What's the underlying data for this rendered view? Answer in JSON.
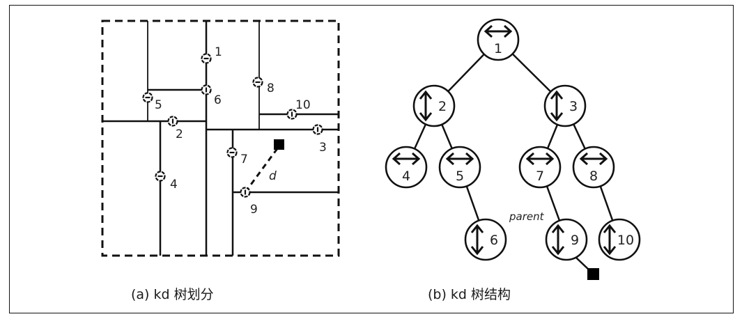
{
  "figure": {
    "panel_a": {
      "caption": "(a) kd 树划分",
      "points": [
        {
          "id": "1",
          "split": "horizontal"
        },
        {
          "id": "2",
          "split": "vertical"
        },
        {
          "id": "3",
          "split": "vertical"
        },
        {
          "id": "4",
          "split": "horizontal"
        },
        {
          "id": "5",
          "split": "horizontal"
        },
        {
          "id": "6",
          "split": "vertical"
        },
        {
          "id": "7",
          "split": "horizontal"
        },
        {
          "id": "8",
          "split": "horizontal"
        },
        {
          "id": "9",
          "split": "vertical"
        },
        {
          "id": "10",
          "split": "vertical"
        }
      ],
      "distance_label": "d",
      "query_point": "query"
    },
    "panel_b": {
      "caption": "(b) kd 树结构",
      "nodes": [
        {
          "id": "1",
          "arrow": "horizontal",
          "parent": null
        },
        {
          "id": "2",
          "arrow": "vertical",
          "parent": "1"
        },
        {
          "id": "3",
          "arrow": "vertical",
          "parent": "1"
        },
        {
          "id": "4",
          "arrow": "horizontal",
          "parent": "2"
        },
        {
          "id": "5",
          "arrow": "horizontal",
          "parent": "2"
        },
        {
          "id": "7",
          "arrow": "horizontal",
          "parent": "3"
        },
        {
          "id": "8",
          "arrow": "horizontal",
          "parent": "3"
        },
        {
          "id": "6",
          "arrow": "vertical",
          "parent": "5"
        },
        {
          "id": "9",
          "arrow": "vertical",
          "parent": "7"
        },
        {
          "id": "10",
          "arrow": "vertical",
          "parent": "8"
        }
      ],
      "parent_label": "parent",
      "query_attached_to": "9"
    }
  }
}
